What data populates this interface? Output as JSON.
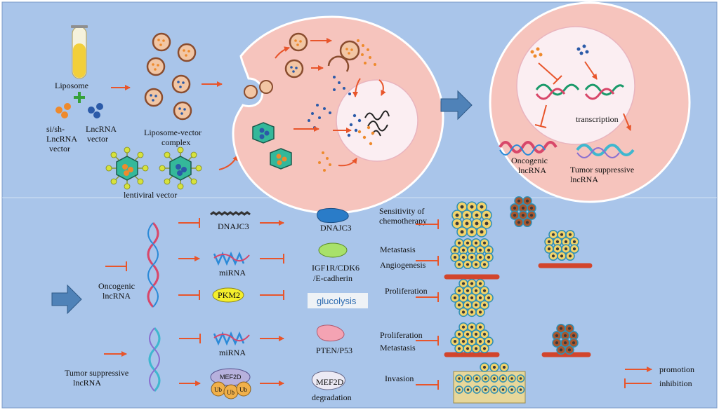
{
  "colors": {
    "background": "#a9c5ea",
    "cell": "#f6c4bd",
    "nucleus": "#fbeef2",
    "promotion": "#e8552b",
    "inhibition": "#e8552b",
    "orange_dot": "#ee8a2c",
    "blue_dot": "#2b5aa8",
    "big_arrow": "#4f82b8"
  },
  "delivery": {
    "liposome": "Liposome",
    "si_sh": "si/sh-",
    "lncrna_left": "LncRNA",
    "vector_left": "vector",
    "lncrna_right": "LncRNA",
    "vector_right": "vector",
    "complex_line1": "Liposome-vector",
    "complex_line2": "complex",
    "lentiviral": "lentiviral vector"
  },
  "expression": {
    "transcription": "transcription",
    "oncogenic_line1": "Oncogenic",
    "oncogenic_line2": "lncRNA",
    "suppressive_line1": "Tumor suppressive",
    "suppressive_line2": "lncRNA"
  },
  "mechanisms": {
    "oncogenic_line1": "Oncogenic",
    "oncogenic_line2": "lncRNA",
    "suppressive_line1": "Tumor suppressive",
    "suppressive_line2": "lncRNA",
    "rows": {
      "dnajc3_gene": "DNAJC3",
      "dnajc3_protein": "DNAJC3",
      "sensitivity_line1": "Sensitivity of",
      "sensitivity_line2": "chemotherapy",
      "mirna1": "miRNA",
      "igf_line1": "IGF1R/CDK6",
      "igf_line2": "/E-cadherin",
      "metastasis": "Metastasis",
      "angiogenesis": "Angiogenesis",
      "pkm2": "PKM2",
      "glucolysis": "glucolysis",
      "proliferation1": "Proliferation",
      "mirna2": "miRNA",
      "pten": "PTEN/P53",
      "proliferation2": "Proliferation",
      "metastasis2": "Metastasis",
      "mef2d_complex": "MEF2D",
      "ub1": "Ub",
      "ub2": "Ub",
      "ub3": "Ub",
      "mef2d_protein": "MEF2D",
      "degradation": "degradation",
      "invasion": "Invasion"
    }
  },
  "legend": {
    "promotion": "promotion",
    "inhibition": "inhibition"
  }
}
